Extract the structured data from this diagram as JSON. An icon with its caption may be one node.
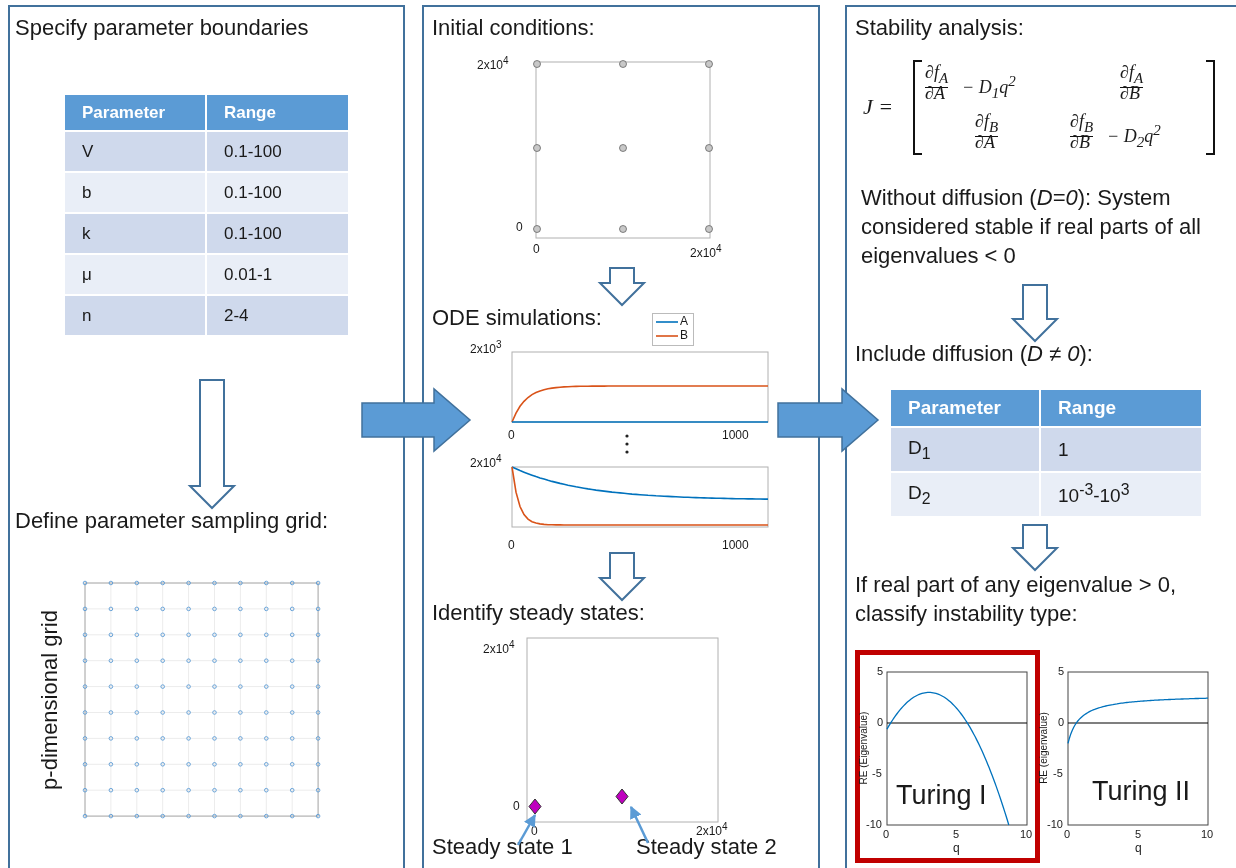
{
  "diagram": {
    "nodes": [
      {
        "text": [],
        "shape": "box"
      },
      {
        "text": [
          "Specify parameter boundaries"
        ],
        "in": 0
      },
      {
        "text": [
          "Define parameter sampling grid:"
        ],
        "in": 0
      },
      {
        "text": [],
        "shape": "box"
      },
      {
        "text": [
          "Initial conditions:"
        ],
        "in": 3
      },
      {
        "text": [
          "ODE simulations:"
        ],
        "in": 3
      },
      {
        "text": [
          "Identify steady states:"
        ],
        "in": 3
      },
      {
        "text": [
          "Steady state 1"
        ],
        "in": 3
      },
      {
        "text": [],
        "shape": "diamond",
        "in": 6
      },
      {
        "text": [
          "Steady state 2"
        ],
        "in": 3
      },
      {
        "text": [],
        "shape": "diamond",
        "in": 6
      },
      {
        "text": [],
        "shape": "box"
      },
      {
        "text": [
          "Stability analysis:"
        ],
        "in": 11
      },
      {
        "text": [
          "Without diffusion (*D=0*): System considered stable if real parts of all eigenvalues < 0"
        ],
        "in": 11
      },
      {
        "text": [
          "Include diffusion (*D ≠ 0*):"
        ],
        "in": 11
      },
      {
        "text": [
          "If real part of any eigenvalue > 0, classify instability type:"
        ],
        "in": 11
      },
      {
        "text": [
          "Turing I"
        ],
        "in": 11
      }
    ],
    "edges": [
      {
        "from": 0,
        "to": 3,
        "arrow": "to",
        "style": "thick"
      },
      {
        "from": 3,
        "to": 11,
        "arrow": "to",
        "style": "thick"
      },
      {
        "from": 1,
        "to": 2,
        "arrow": "to"
      },
      {
        "from": 4,
        "to": 5,
        "arrow": "to"
      },
      {
        "from": 5,
        "to": 6,
        "arrow": "to"
      },
      {
        "from": 7,
        "to": 8,
        "arrow": "to",
        "color": "#5b9bd5"
      },
      {
        "from": 9,
        "to": 10,
        "arrow": "to",
        "color": "#5b9bd5"
      },
      {
        "from": 13,
        "to": 14,
        "arrow": "to"
      },
      {
        "from": 14,
        "to": 15,
        "arrow": "to"
      }
    ],
    "labels": [
      "Parameter",
      "Range",
      "V",
      "0.1-100",
      "b",
      "0.1-100",
      "k",
      "0.1-100",
      "μ",
      "0.01-1",
      "n",
      "2-4",
      "p-dimensional grid",
      "2x10$^{4}$",
      "0",
      "0",
      "2x10$^{4}$",
      "2x10$^{3}$",
      "0",
      "1000",
      "2x10$^{4}$",
      "0",
      "1000",
      "2x10$^{4}$",
      "0",
      "0",
      "2x10$^{4}$",
      "J =",
      "∂f$_{A}$",
      "∂A",
      "− D$_{1}$q$^{2}$",
      "∂f$_{A}$",
      "∂B",
      "∂f$_{B}$",
      "∂A",
      "∂f$_{B}$",
      "∂B",
      "− D$_{2}$q$^{2}$",
      "Parameter",
      "Range",
      "D$_{1}$",
      "1",
      "D$_{2}$",
      "10$^{-3}$-10$^{3}$",
      "5",
      "0",
      "-5",
      "-10",
      "0",
      "5",
      "10",
      "q",
      "RE (Eigenvalue)",
      "5",
      "0",
      "-5",
      "-10",
      "0",
      "5",
      "10",
      "q",
      "RE (eigenvalue)",
      "Turing II"
    ],
    "legend": [
      {
        "text": "A"
      },
      {
        "text": "B"
      }
    ]
  }
}
